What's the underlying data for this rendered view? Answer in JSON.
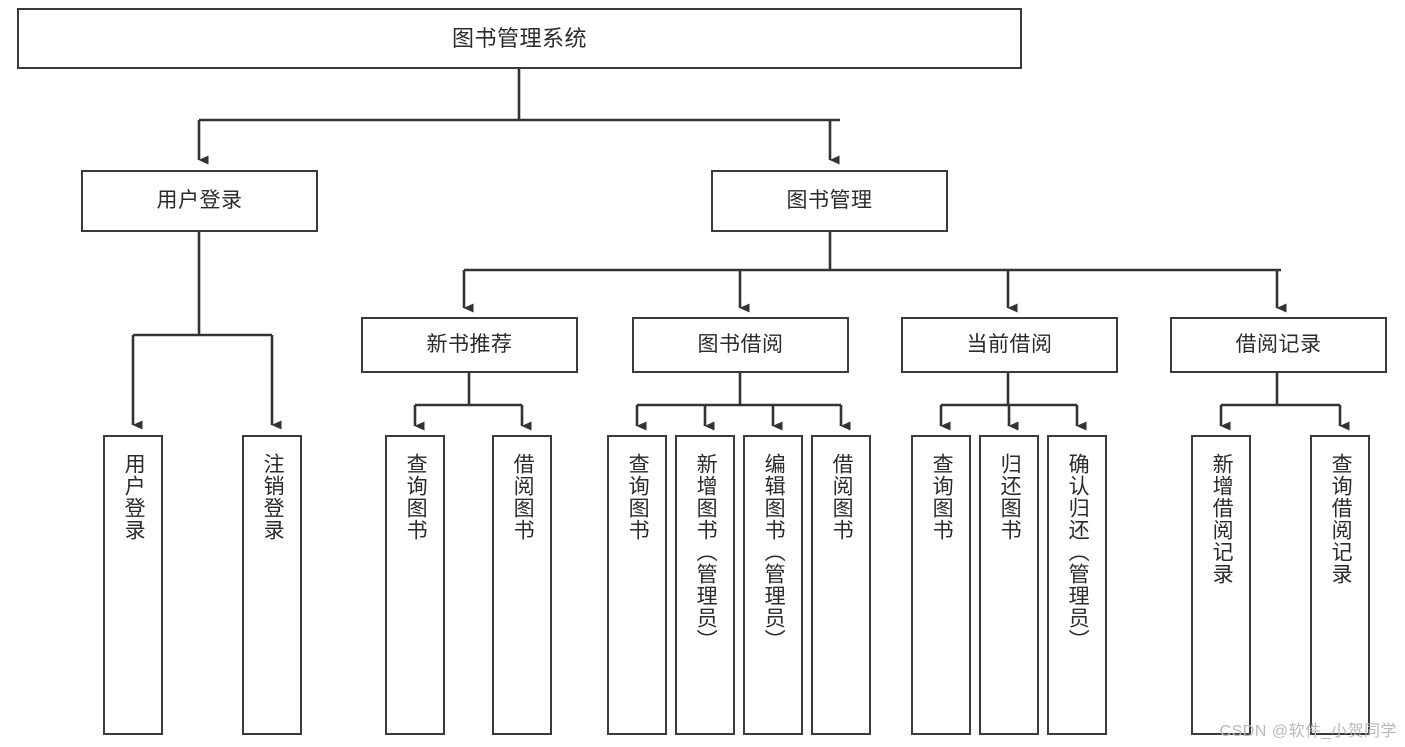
{
  "diagram": {
    "title": "图书管理系统",
    "type": "tree-hierarchy-chart",
    "root": {
      "label": "图书管理系统"
    },
    "level2": [
      {
        "label": "用户登录"
      },
      {
        "label": "图书管理"
      }
    ],
    "level3": [
      {
        "label": "新书推荐"
      },
      {
        "label": "图书借阅"
      },
      {
        "label": "当前借阅"
      },
      {
        "label": "借阅记录"
      }
    ],
    "leaves": {
      "user_login": [
        {
          "label": "用户登录"
        },
        {
          "label": "注销登录"
        }
      ],
      "new_book_recommend": [
        {
          "label": "查询图书"
        },
        {
          "label": "借阅图书"
        }
      ],
      "book_borrow": [
        {
          "label": "查询图书"
        },
        {
          "label": "新增图书（管理员）"
        },
        {
          "label": "编辑图书（管理员）"
        },
        {
          "label": "借阅图书"
        }
      ],
      "current_borrow": [
        {
          "label": "查询图书"
        },
        {
          "label": "归还图书"
        },
        {
          "label": "确认归还（管理员）"
        }
      ],
      "borrow_record": [
        {
          "label": "新增借阅记录"
        },
        {
          "label": "查询借阅记录"
        }
      ]
    }
  },
  "watermark": {
    "text": "CSDN @软件_小贺同学"
  },
  "colors": {
    "border": "#3a3a3a",
    "text": "#2b2b2b",
    "background": "#ffffff",
    "watermark": "#b9b9b9"
  }
}
